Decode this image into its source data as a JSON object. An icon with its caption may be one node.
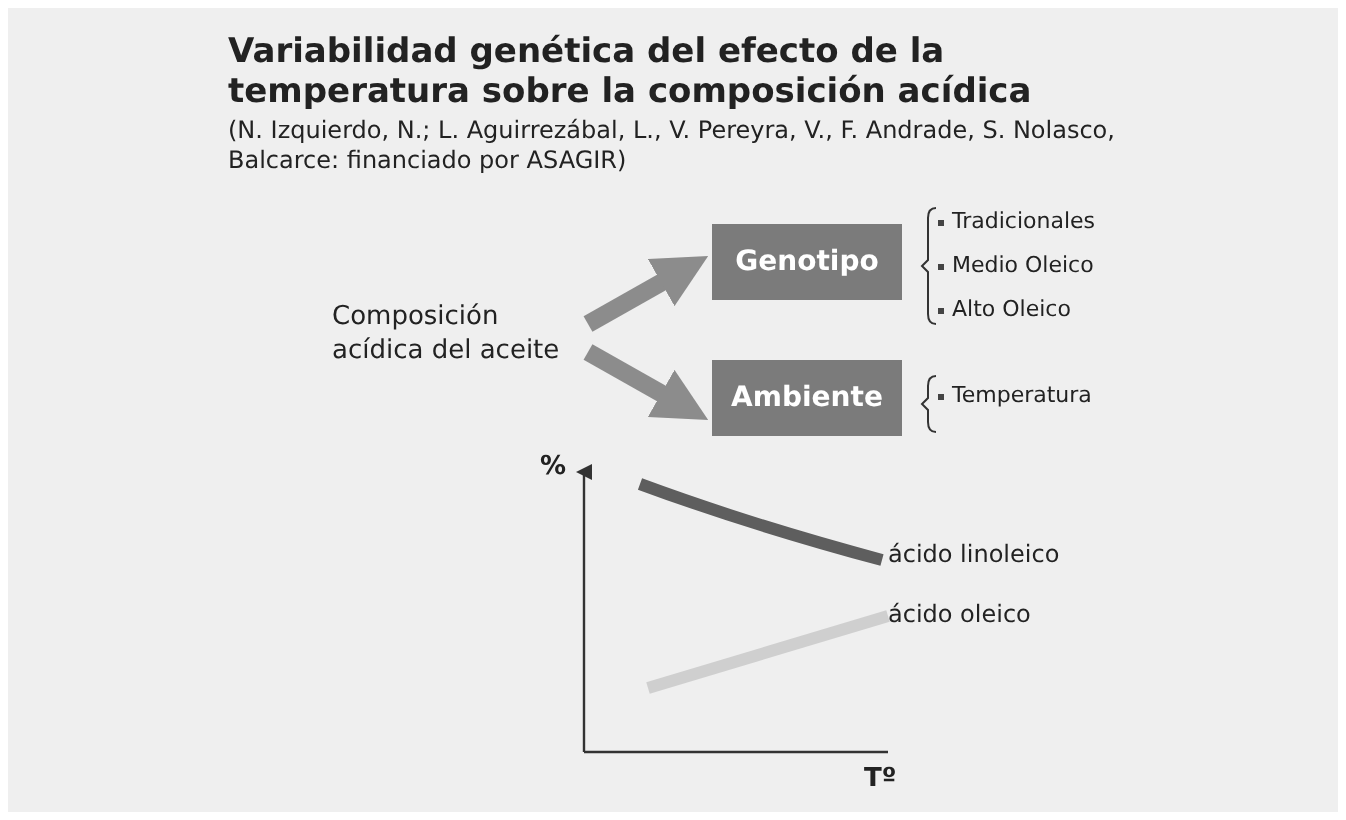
{
  "diagram": {
    "title": "Variabilidad genética del efecto de la temperatura sobre la composición acídica",
    "nodes": [
      {
        "text": [
          "Composición acídica del aceite"
        ]
      },
      {
        "text": [
          "Genotipo"
        ]
      },
      {
        "text": [
          "Ambiente"
        ]
      }
    ],
    "edges": [
      {
        "from": 0,
        "to": 1,
        "arrow": "to"
      },
      {
        "from": 0,
        "to": 2,
        "arrow": "to"
      }
    ],
    "labels": [
      "(N. Izquierdo, N.; L. Aguirrezábal, L., V. Pereyra, V., F. Andrade, S. Nolasco, Balcarce: financiado por ASAGIR)",
      "Tradicionales",
      "Medio Oleico",
      "Alto Oleico",
      "Temperatura",
      "%",
      "ácido linoleico",
      "ácido oleico",
      "Tº"
    ]
  }
}
